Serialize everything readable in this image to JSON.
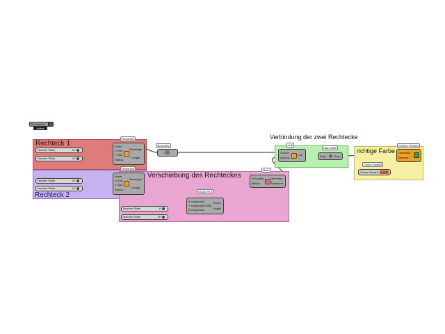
{
  "script": {
    "label": "Exceptions",
    "status": "Active"
  },
  "groups": {
    "g1": {
      "title": "Rechteck 1",
      "color": "#e07b7b"
    },
    "g2": {
      "title": "Rechteck 2",
      "color": "#c7b2ef"
    },
    "g3": {
      "title": "Verschiebung des Rechteckes",
      "color": "#eaa6d2"
    },
    "g4": {
      "title": "Verbindung der zwei Rechtecke",
      "color": "#b8f0b0"
    },
    "g5": {
      "title": "richtige Farbe",
      "color": "#f6f0a4"
    }
  },
  "components": {
    "rect1": {
      "tag": "Rectangle",
      "inputs": [
        "Plane",
        "X Size",
        "Y Size",
        "Radius"
      ],
      "outputs": [
        "Rectangle",
        "Length"
      ]
    },
    "rect2": {
      "tag": "Rectangle",
      "inputs": [
        "Plane",
        "X Size",
        "Y Size",
        "Radius"
      ],
      "outputs": [
        "Rectangle",
        "Length"
      ]
    },
    "geometry": {
      "tag": "Geometry"
    },
    "move": {
      "tag": "Move",
      "inputs": [
        "Geometry",
        "Motion"
      ],
      "outputs": [
        "Geometry",
        "Transform"
      ]
    },
    "vector": {
      "tag": "Vector XYZ",
      "inputs": [
        "X component",
        "Y component",
        "Z component"
      ],
      "outputs": [
        "Vector",
        "Length"
      ]
    },
    "loft": {
      "tag": "Loft",
      "inputs": [
        "Curves",
        "Options"
      ],
      "outputs": [
        "Loft"
      ]
    },
    "cap": {
      "tag": "Cap Holes",
      "inputs": [
        "Brep"
      ],
      "outputs": [
        "Brep"
      ]
    },
    "preview": {
      "tag": "Custom Preview",
      "inputs": [
        "Geometry",
        "Material"
      ]
    },
    "swatch": {
      "tag": "Colour Swatch",
      "label": "Colour Swatch"
    }
  },
  "sliders": [
    {
      "label": "Number Slider",
      "value": "15"
    },
    {
      "label": "Number Slider",
      "value": "15"
    },
    {
      "label": "Number Slider",
      "value": "15"
    },
    {
      "label": "Number Slider",
      "value": "15"
    },
    {
      "label": "Number Slider",
      "value": "8"
    },
    {
      "label": "Number Slider",
      "value": "15"
    }
  ],
  "colors": {
    "wire": "#2a2a2a",
    "component": "#a9a9a9",
    "icon": "#f0a020",
    "swatch": "#c05a28"
  }
}
